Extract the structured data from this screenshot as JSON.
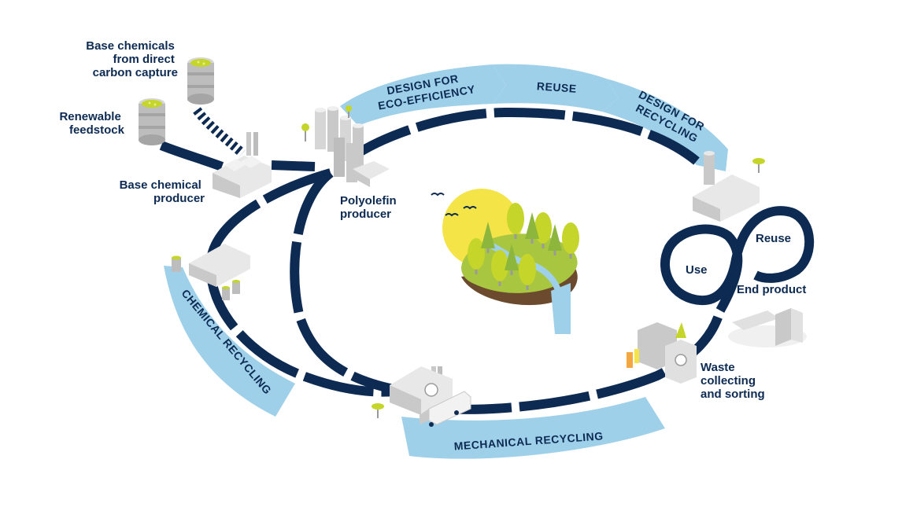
{
  "colors": {
    "navy": "#0d2b52",
    "light_blue": "#9fd0ea",
    "sun_yellow": "#f4e447",
    "tree_green": "#c5d52a",
    "grass_green": "#a9c640",
    "soil_brown": "#6b4a2e",
    "gray_light": "#e8e8e8",
    "gray_mid": "#c9c9c9",
    "gray_dark": "#9b9b9b"
  },
  "labels": {
    "base_chemicals": [
      "Base chemicals",
      "from direct",
      "carbon capture"
    ],
    "renewable_feedstock": [
      "Renewable",
      "feedstock"
    ],
    "base_chemical_producer": [
      "Base chemical",
      "producer"
    ],
    "polyolefin_producer": [
      "Polyolefin",
      "producer"
    ],
    "use": "Use",
    "reuse": "Reuse",
    "end_product": "End product",
    "waste": [
      "Waste",
      "collecting",
      "and sorting"
    ]
  },
  "bands": {
    "design_eco": [
      "DESIGN FOR",
      "ECO-EFFICIENCY"
    ],
    "reuse": "REUSE",
    "design_recycling": [
      "DESIGN FOR",
      "RECYCLING"
    ],
    "chemical_recycling": "CHEMICAL RECYCLING",
    "mechanical_recycling": "MECHANICAL RECYCLING"
  },
  "icons": [
    "barrel-icon",
    "factory-icon",
    "silo-icon",
    "truck-icon",
    "recycle-icon",
    "tree-icon",
    "sun-icon",
    "bird-icon",
    "waterfall-icon",
    "package-icon",
    "bin-icon"
  ]
}
